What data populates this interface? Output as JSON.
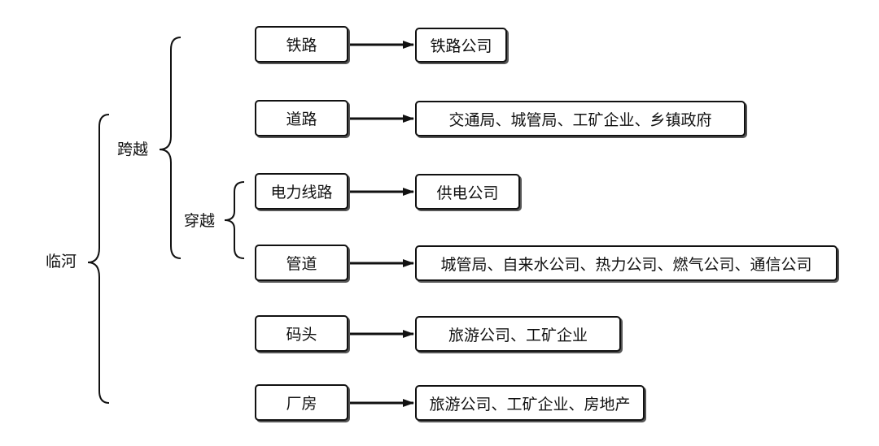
{
  "root": {
    "label": "临河"
  },
  "groups": {
    "kuayue": {
      "label": "跨越"
    },
    "chuanyue": {
      "label": "穿越"
    }
  },
  "items": [
    {
      "key": "tielu",
      "name": "铁路",
      "target": "铁路公司"
    },
    {
      "key": "daolu",
      "name": "道路",
      "target": "交通局、城管局、工矿企业、乡镇政府"
    },
    {
      "key": "dianli",
      "name": "电力线路",
      "target": "供电公司"
    },
    {
      "key": "guandao",
      "name": "管道",
      "target": "城管局、自来水公司、热力公司、燃气公司、通信公司"
    },
    {
      "key": "matou",
      "name": "码头",
      "target": "旅游公司、工矿企业"
    },
    {
      "key": "changfang",
      "name": "厂房",
      "target": "旅游公司、工矿企业、房地产"
    }
  ]
}
